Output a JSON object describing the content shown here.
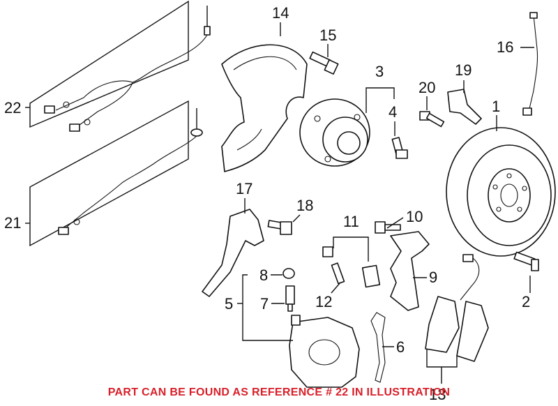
{
  "callouts": {
    "c1": "1",
    "c2": "2",
    "c3": "3",
    "c4": "4",
    "c5": "5",
    "c6": "6",
    "c7": "7",
    "c8": "8",
    "c9": "9",
    "c10": "10",
    "c11": "11",
    "c12": "12",
    "c13": "13",
    "c14": "14",
    "c15": "15",
    "c16": "16",
    "c17": "17",
    "c18": "18",
    "c19": "19",
    "c20": "20",
    "c21": "21",
    "c22": "22"
  },
  "caption": "PART CAN BE FOUND AS REFERENCE # 22 IN ILLUSTRATION",
  "colors": {
    "caption": "#d8202a",
    "lines": "#111111"
  }
}
